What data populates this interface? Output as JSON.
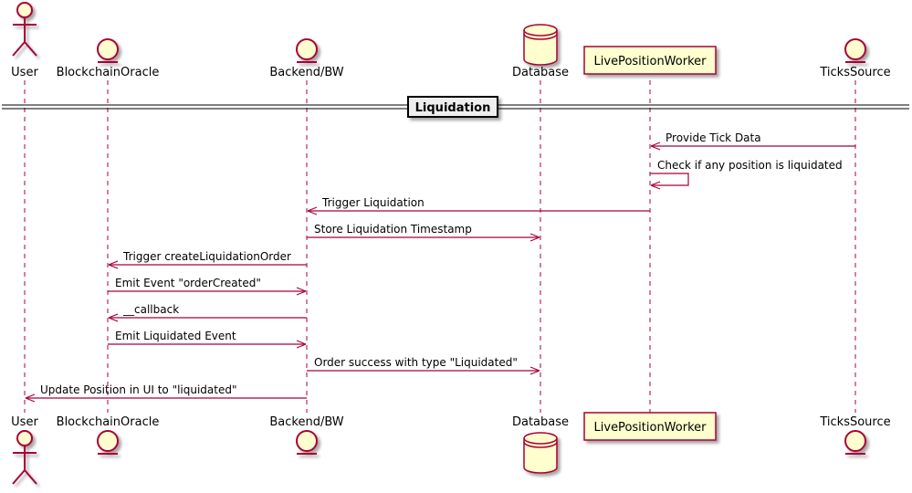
{
  "participants": [
    {
      "id": "user",
      "label": "User",
      "kind": "actor"
    },
    {
      "id": "oracle",
      "label": "BlockchainOracle",
      "kind": "entity"
    },
    {
      "id": "backend",
      "label": "Backend/BW",
      "kind": "entity"
    },
    {
      "id": "database",
      "label": "Database",
      "kind": "database"
    },
    {
      "id": "worker",
      "label": "LivePositionWorker",
      "kind": "participant"
    },
    {
      "id": "ticks",
      "label": "TicksSource",
      "kind": "entity"
    }
  ],
  "divider": {
    "title": "Liquidation"
  },
  "messages": [
    {
      "from": "ticks",
      "to": "worker",
      "text": "Provide Tick Data"
    },
    {
      "from": "worker",
      "to": "worker",
      "text": "Check if any position is liquidated"
    },
    {
      "from": "worker",
      "to": "backend",
      "text": "Trigger Liquidation"
    },
    {
      "from": "backend",
      "to": "database",
      "text": "Store Liquidation Timestamp"
    },
    {
      "from": "backend",
      "to": "oracle",
      "text": "Trigger createLiquidationOrder"
    },
    {
      "from": "oracle",
      "to": "backend",
      "text": "Emit Event \"orderCreated\""
    },
    {
      "from": "backend",
      "to": "oracle",
      "text": "__callback"
    },
    {
      "from": "oracle",
      "to": "backend",
      "text": "Emit Liquidated Event"
    },
    {
      "from": "backend",
      "to": "database",
      "text": "Order success with type \"Liquidated\""
    },
    {
      "from": "backend",
      "to": "user",
      "text": "Update Position in UI to \"liquidated\""
    }
  ],
  "colors": {
    "fill": "#FEFECE",
    "line": "#A80036",
    "divider_fill": "#EEEEEE"
  }
}
